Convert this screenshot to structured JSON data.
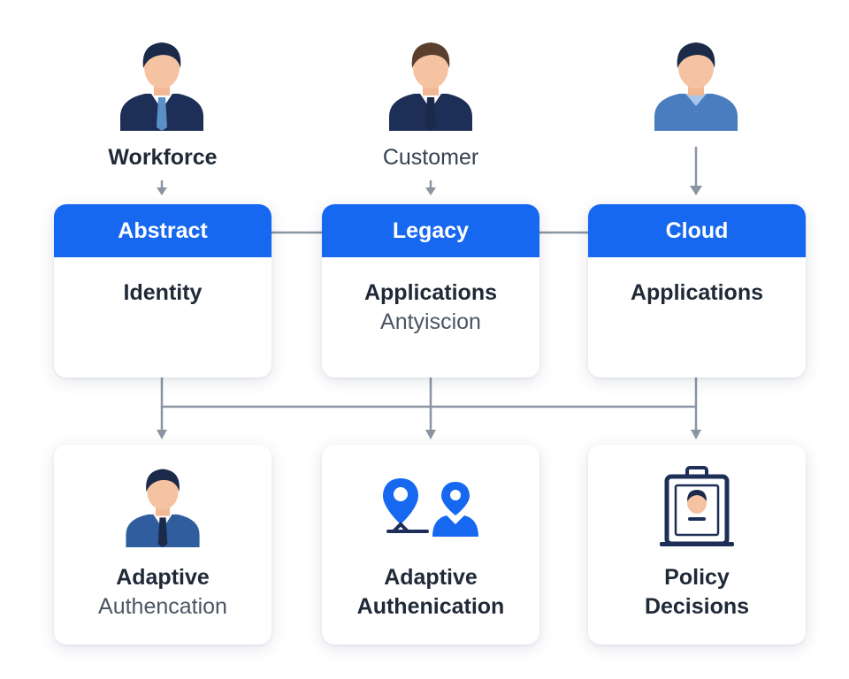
{
  "personas": [
    {
      "label": "Workforce",
      "icon": "businessman-icon"
    },
    {
      "label": "Customer",
      "icon": "businessman-icon"
    },
    {
      "label": "",
      "icon": "user-icon"
    }
  ],
  "top_cards": [
    {
      "header": "Abstract",
      "lines": [
        "Identity"
      ]
    },
    {
      "header": "Legacy",
      "lines": [
        "Applications",
        "Antyiscion"
      ]
    },
    {
      "header": "Cloud",
      "lines": [
        "Applications"
      ]
    }
  ],
  "bottom_cards": [
    {
      "icon": "businessman-icon",
      "lines": [
        "Adaptive",
        "Authencation"
      ]
    },
    {
      "icon": "location-pin-user-icon",
      "lines": [
        "Adaptive",
        "Authenication"
      ]
    },
    {
      "icon": "id-badge-icon",
      "lines": [
        "Policy",
        "Decisions"
      ]
    }
  ],
  "colors": {
    "accent": "#1668f0",
    "navy": "#1e2f57",
    "connector": "#8a95a3",
    "text": "#1f2937"
  }
}
